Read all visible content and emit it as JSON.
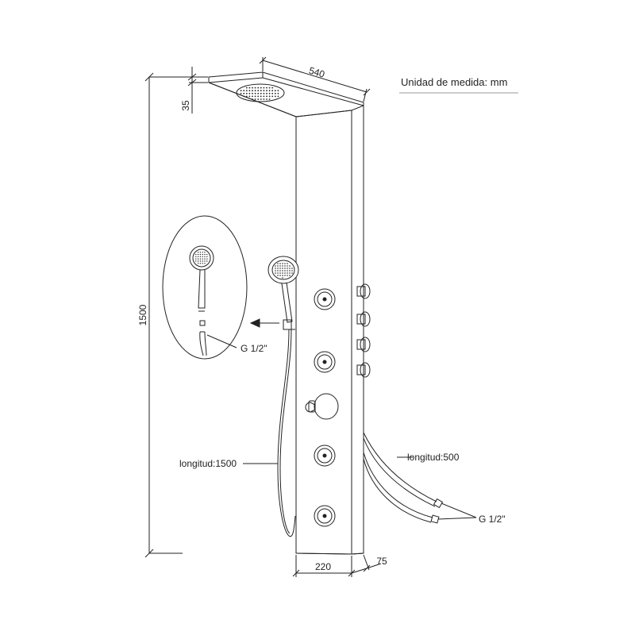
{
  "unit_label": "Unidad de medida: mm",
  "dimensions": {
    "head_width": "540",
    "head_thickness": "35",
    "total_height": "1500",
    "panel_width": "220",
    "panel_depth": "75"
  },
  "labels": {
    "hand_shower_thread": "G 1/2\"",
    "hand_shower_hose_length": "longitud:1500",
    "inlet_hose_length": "longitud:500",
    "inlet_thread": "G 1/2\""
  },
  "colors": {
    "line": "#222222",
    "background": "#ffffff"
  }
}
